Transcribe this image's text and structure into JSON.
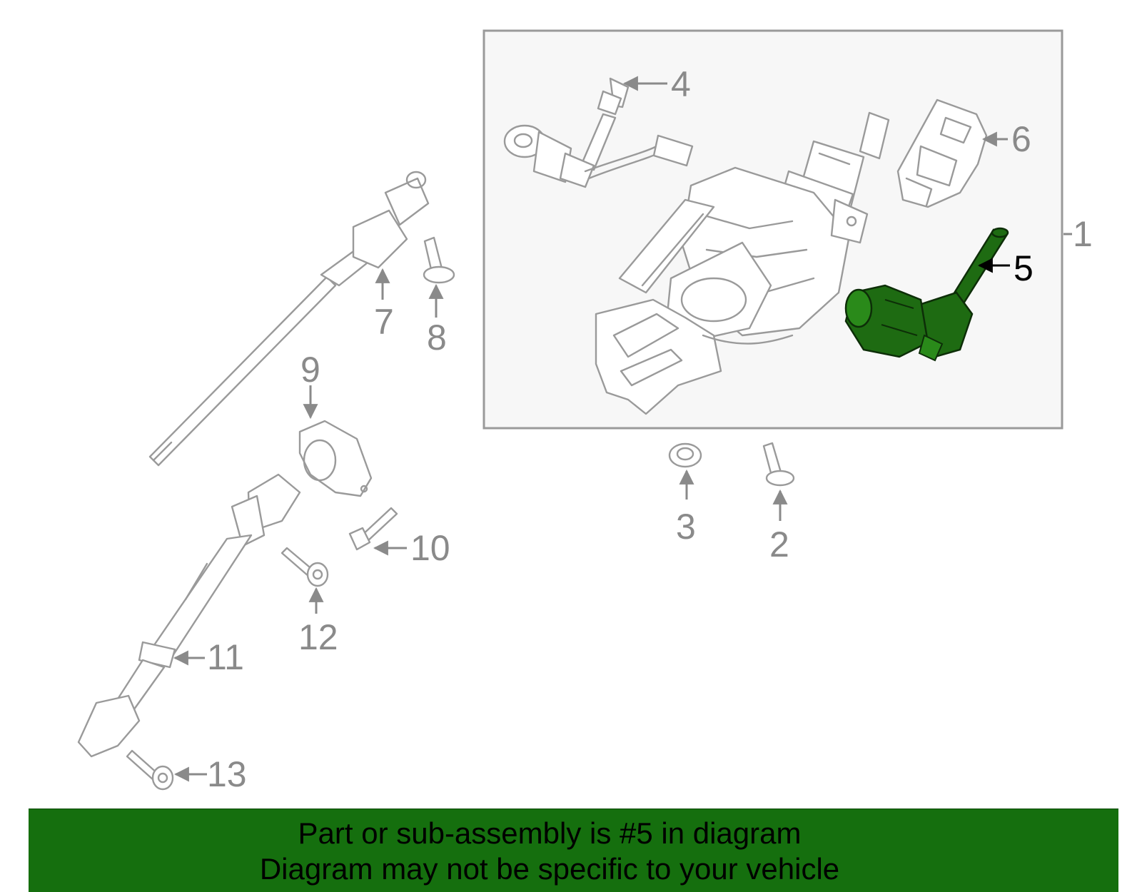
{
  "callouts": {
    "c1": "1",
    "c2": "2",
    "c3": "3",
    "c4": "4",
    "c5": "5",
    "c6": "6",
    "c7": "7",
    "c8": "8",
    "c9": "9",
    "c10": "10",
    "c11": "11",
    "c12": "12",
    "c13": "13"
  },
  "highlight": {
    "part": "5",
    "color": "#1e6b12",
    "stroke": "#0d2e08"
  },
  "banner": {
    "line1": "Part or sub-assembly is #5 in diagram",
    "line2": "Diagram may not be specific to your vehicle",
    "background": "#156f0e"
  }
}
